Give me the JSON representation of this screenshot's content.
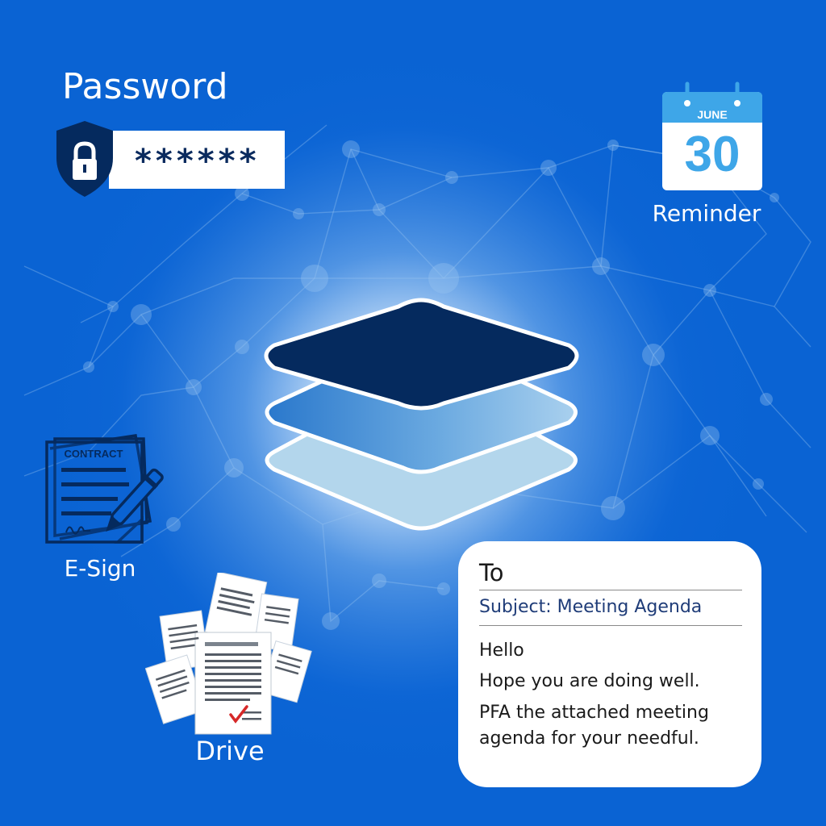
{
  "password": {
    "title": "Password",
    "masked_value": "******"
  },
  "calendar": {
    "month": "JUNE",
    "day": "30",
    "caption": "Reminder"
  },
  "esign": {
    "doc_title": "CONTRACT",
    "caption": "E-Sign"
  },
  "drive": {
    "caption": "Drive"
  },
  "email": {
    "to_label": "To",
    "subject": "Subject: Meeting Agenda",
    "greeting": "Hello",
    "line1": "Hope you are doing well.",
    "line2a": "PFA the attached meeting",
    "line2b": "agenda for your needful."
  },
  "colors": {
    "background": "#0a63d3",
    "navy": "#052a5e",
    "layer_mid": "#4a92d4",
    "layer_light": "#b3d6ec",
    "calendar_accent": "#3ea6e8"
  },
  "icons": [
    "shield-lock-icon",
    "calendar-icon",
    "contract-pen-icon",
    "documents-icon",
    "layers-stack-icon",
    "network-background"
  ]
}
